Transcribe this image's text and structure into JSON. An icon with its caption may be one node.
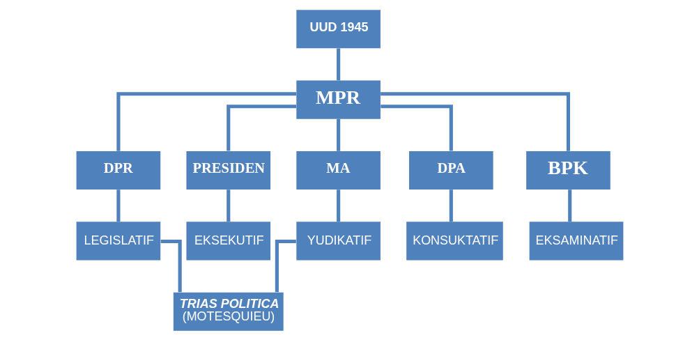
{
  "diagram": {
    "nodes": [
      {
        "text": [
          "UUD 1945"
        ]
      },
      {
        "text": [
          "MPR"
        ]
      },
      {
        "text": [
          "DPR"
        ]
      },
      {
        "text": [
          "PRESIDEN"
        ]
      },
      {
        "text": [
          "MA"
        ]
      },
      {
        "text": [
          "DPA"
        ]
      },
      {
        "text": [
          "BPK"
        ]
      },
      {
        "text": [
          "LEGISLATIF"
        ]
      },
      {
        "text": [
          "EKSEKUTIF"
        ]
      },
      {
        "text": [
          "YUDIKATIF"
        ]
      },
      {
        "text": [
          "KONSUKTATIF"
        ]
      },
      {
        "text": [
          "EKSAMINATIF"
        ]
      },
      {
        "text": [
          "TRIAS POLITICA",
          "(MOTESQUIEU)"
        ]
      }
    ],
    "edges": [
      {
        "from": 0,
        "to": 1,
        "arrow": "none"
      },
      {
        "from": 1,
        "to": 2,
        "arrow": "none"
      },
      {
        "from": 1,
        "to": 3,
        "arrow": "none"
      },
      {
        "from": 1,
        "to": 4,
        "arrow": "none"
      },
      {
        "from": 1,
        "to": 5,
        "arrow": "none"
      },
      {
        "from": 1,
        "to": 6,
        "arrow": "none"
      },
      {
        "from": 2,
        "to": 7,
        "arrow": "none"
      },
      {
        "from": 3,
        "to": 8,
        "arrow": "none"
      },
      {
        "from": 4,
        "to": 9,
        "arrow": "none"
      },
      {
        "from": 5,
        "to": 10,
        "arrow": "none"
      },
      {
        "from": 6,
        "to": 11,
        "arrow": "none"
      },
      {
        "from": 7,
        "to": 12,
        "arrow": "none"
      },
      {
        "from": 9,
        "to": 12,
        "arrow": "none"
      }
    ]
  }
}
